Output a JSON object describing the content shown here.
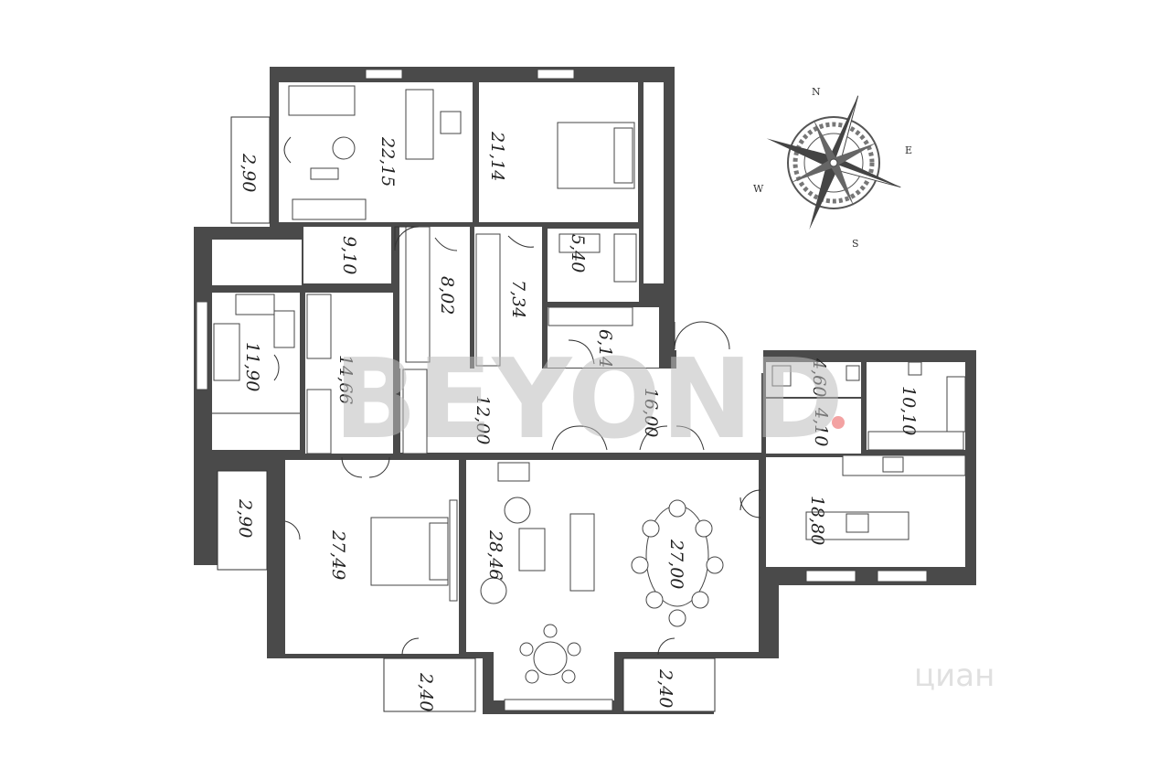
{
  "watermark": "BEYOND",
  "corner_mark": "циан",
  "compass": {
    "n": "N",
    "e": "E",
    "s": "S",
    "w": "W"
  },
  "rooms": [
    {
      "label": "22,15"
    },
    {
      "label": "21,14"
    },
    {
      "label": "2,90"
    },
    {
      "label": "9,10"
    },
    {
      "label": "5,40"
    },
    {
      "label": "8,02"
    },
    {
      "label": "7,34"
    },
    {
      "label": "11,90"
    },
    {
      "label": "14,66"
    },
    {
      "label": "6,14"
    },
    {
      "label": "12,00"
    },
    {
      "label": "16,00"
    },
    {
      "label": "4,60"
    },
    {
      "label": "4,10"
    },
    {
      "label": "10,10"
    },
    {
      "label": "2,90"
    },
    {
      "label": "27,49"
    },
    {
      "label": "28,46"
    },
    {
      "label": "27,00"
    },
    {
      "label": "18,80"
    },
    {
      "label": "2,40"
    },
    {
      "label": "2,40"
    }
  ]
}
